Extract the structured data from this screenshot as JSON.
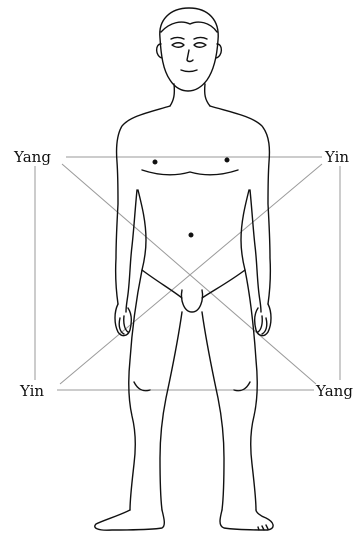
{
  "diagram": {
    "labels": {
      "top_left": "Yang",
      "top_right": "Yin",
      "bottom_left": "Yin",
      "bottom_right": "Yang"
    },
    "colors": {
      "connector_lines": "#9a9a9a",
      "figure_outline": "#111111",
      "background": "#ffffff"
    }
  }
}
